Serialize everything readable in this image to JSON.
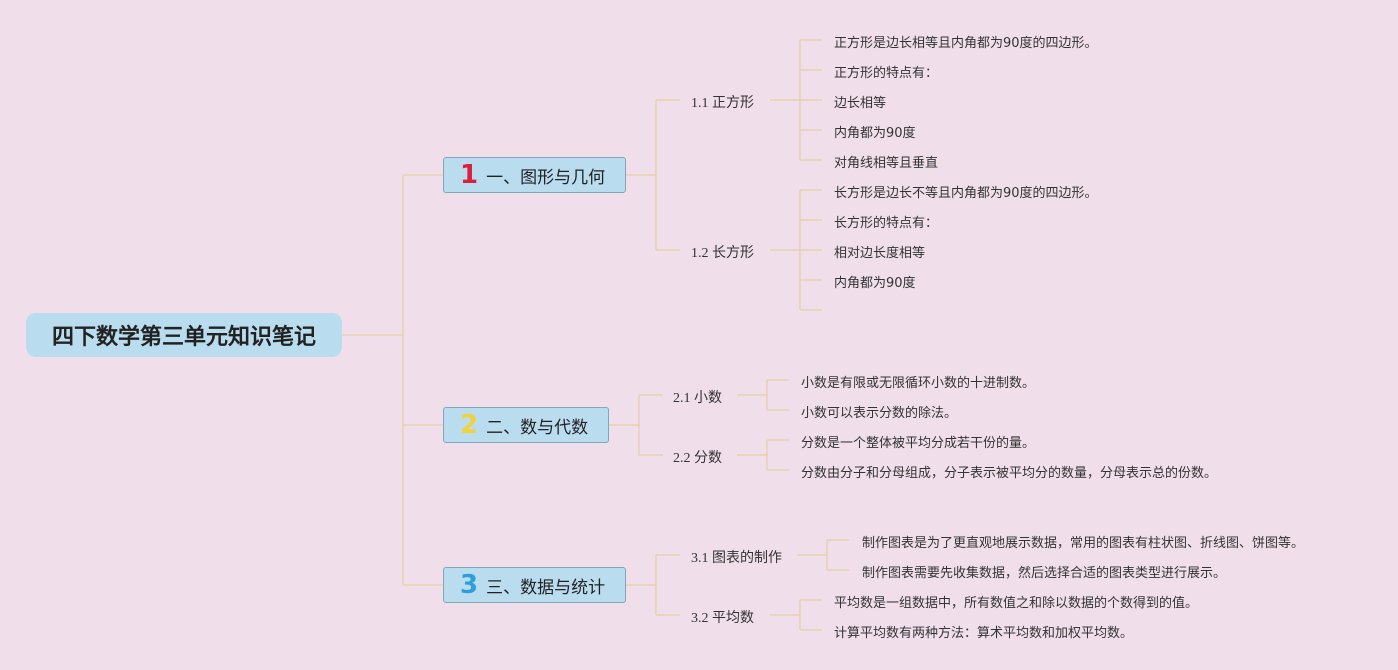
{
  "root": "四下数学第三单元知识笔记",
  "sections": [
    {
      "num": "1",
      "num_color": "#d81f3c",
      "label": "一、图形与几何",
      "subs": [
        {
          "label": "1.1 正方形",
          "leaves": [
            "正方形是边长相等且内角都为90度的四边形。",
            "正方形的特点有：",
            "边长相等",
            "内角都为90度",
            "对角线相等且垂直"
          ]
        },
        {
          "label": "1.2 长方形",
          "leaves": [
            "长方形是边长不等且内角都为90度的四边形。",
            "长方形的特点有：",
            "相对边长度相等",
            "内角都为90度"
          ]
        }
      ]
    },
    {
      "num": "2",
      "num_color": "#f2d23c",
      "label": "二、数与代数",
      "subs": [
        {
          "label": "2.1 小数",
          "leaves": [
            "小数是有限或无限循环小数的十进制数。",
            "小数可以表示分数的除法。"
          ]
        },
        {
          "label": "2.2 分数",
          "leaves": [
            "分数是一个整体被平均分成若干份的量。",
            "分数由分子和分母组成，分子表示被平均分的数量，分母表示总的份数。"
          ]
        }
      ]
    },
    {
      "num": "3",
      "num_color": "#2d9fd9",
      "label": "三、数据与统计",
      "subs": [
        {
          "label": "3.1 图表的制作",
          "leaves": [
            "制作图表是为了更直观地展示数据，常用的图表有柱状图、折线图、饼图等。",
            "制作图表需要先收集数据，然后选择合适的图表类型进行展示。"
          ]
        },
        {
          "label": "3.2 平均数",
          "leaves": [
            "平均数是一组数据中，所有数值之和除以数据的个数得到的值。",
            "计算平均数有两种方法：算术平均数和加权平均数。"
          ]
        }
      ]
    }
  ]
}
